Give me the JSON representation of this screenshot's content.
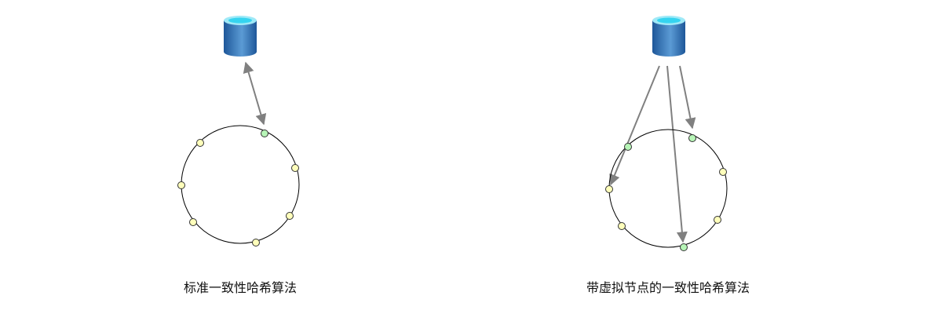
{
  "diagrams": [
    {
      "caption": "标准一致性哈希算法",
      "ring_nodes": [
        {
          "state": "physical"
        },
        {
          "state": "normal"
        },
        {
          "state": "normal"
        },
        {
          "state": "normal"
        },
        {
          "state": "normal"
        },
        {
          "state": "normal"
        },
        {
          "state": "normal"
        }
      ]
    },
    {
      "caption": "带虚拟节点的一致性哈希算法",
      "ring_nodes": [
        {
          "state": "virtual"
        },
        {
          "state": "normal"
        },
        {
          "state": "normal"
        },
        {
          "state": "virtual"
        },
        {
          "state": "normal"
        },
        {
          "state": "normal"
        },
        {
          "state": "virtual"
        }
      ]
    }
  ],
  "colors": {
    "ring_stroke": "#000000",
    "normal_node_fill": "#ffffbb",
    "highlight_node_fill": "#b7f5b7",
    "node_stroke": "#333333",
    "arrow": "#808080",
    "db_body_dark": "#1e5799",
    "db_body_light": "#5b9bd5",
    "db_top": "#35d4f0",
    "db_top_rim": "#9fe9f7"
  },
  "icons": {
    "database": "database-cylinder-icon"
  }
}
